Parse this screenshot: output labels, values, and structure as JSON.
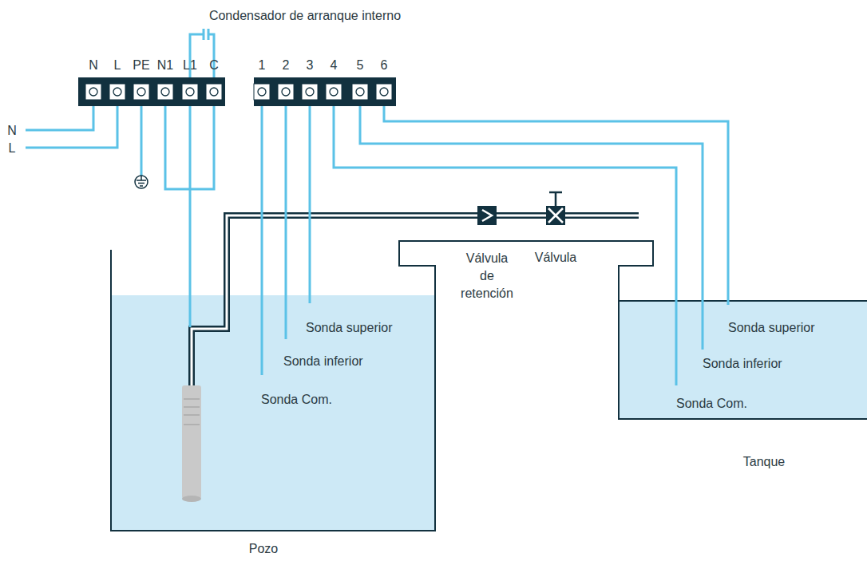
{
  "diagram": {
    "nodes": [
      {
        "text": [
          "Pozo"
        ]
      },
      {
        "text": [
          "Tanque"
        ]
      }
    ],
    "labels": [
      "Condensador de arranque interno",
      "N",
      "L",
      "PE",
      "N1",
      "L1",
      "C",
      "1",
      "2",
      "3",
      "4",
      "5",
      "6",
      "N",
      "L",
      "Válvula de retención",
      "Válvula",
      "Sonda superior",
      "Sonda inferior",
      "Sonda Com.",
      "Sonda superior",
      "Sonda inferior",
      "Sonda Com."
    ]
  }
}
